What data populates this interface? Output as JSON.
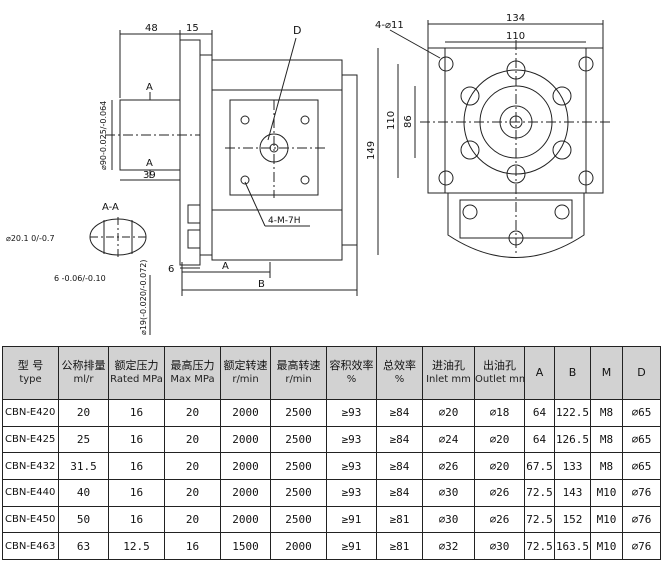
{
  "drawing": {
    "front": {
      "dim_48": "48",
      "dim_15": "15",
      "label_D": "D",
      "label_A_top": "A",
      "label_A_bottom": "A",
      "shaft_dia": "⌀90-0.025/-0.064",
      "dim_39": "39",
      "section_label": "A-A",
      "spline_dia": "⌀20.1 0/-0.7",
      "key_dim": "6 -0.06/-0.10",
      "thread_label": "4-M-7H",
      "dim_6": "6",
      "dim_A": "A",
      "dim_B": "B",
      "bore_dia": "⌀19(-0.020/-0.072)"
    },
    "side": {
      "hole_label": "4-⌀11",
      "dim_134": "134",
      "dim_110_top": "110",
      "dim_149": "149",
      "dim_110_left": "110",
      "dim_86": "86"
    }
  },
  "table": {
    "headers": [
      {
        "cn": "型 号",
        "en": "type"
      },
      {
        "cn": "公称排量",
        "en": "ml/r"
      },
      {
        "cn": "额定压力",
        "en": "Rated MPa"
      },
      {
        "cn": "最高压力",
        "en": "Max MPa"
      },
      {
        "cn": "额定转速",
        "en": "r/min"
      },
      {
        "cn": "最高转速",
        "en": "r/min"
      },
      {
        "cn": "容积效率",
        "en": "%"
      },
      {
        "cn": "总效率",
        "en": "%"
      },
      {
        "cn": "进油孔",
        "en": "Inlet mm"
      },
      {
        "cn": "出油孔",
        "en": "Outlet mm"
      },
      {
        "cn": "A",
        "en": ""
      },
      {
        "cn": "B",
        "en": ""
      },
      {
        "cn": "M",
        "en": ""
      },
      {
        "cn": "D",
        "en": ""
      }
    ],
    "rows": [
      [
        "CBN-E420",
        "20",
        "16",
        "20",
        "2000",
        "2500",
        "≥93",
        "≥84",
        "⌀20",
        "⌀18",
        "64",
        "122.5",
        "M8",
        "⌀65"
      ],
      [
        "CBN-E425",
        "25",
        "16",
        "20",
        "2000",
        "2500",
        "≥93",
        "≥84",
        "⌀24",
        "⌀20",
        "64",
        "126.5",
        "M8",
        "⌀65"
      ],
      [
        "CBN-E432",
        "31.5",
        "16",
        "20",
        "2000",
        "2500",
        "≥93",
        "≥84",
        "⌀26",
        "⌀20",
        "67.5",
        "133",
        "M8",
        "⌀65"
      ],
      [
        "CBN-E440",
        "40",
        "16",
        "20",
        "2000",
        "2500",
        "≥93",
        "≥84",
        "⌀30",
        "⌀26",
        "72.5",
        "143",
        "M10",
        "⌀76"
      ],
      [
        "CBN-E450",
        "50",
        "16",
        "20",
        "2000",
        "2500",
        "≥91",
        "≥81",
        "⌀30",
        "⌀26",
        "72.5",
        "152",
        "M10",
        "⌀76"
      ],
      [
        "CBN-E463",
        "63",
        "12.5",
        "16",
        "1500",
        "2000",
        "≥91",
        "≥81",
        "⌀32",
        "⌀30",
        "72.5",
        "163.5",
        "M10",
        "⌀76"
      ]
    ]
  }
}
